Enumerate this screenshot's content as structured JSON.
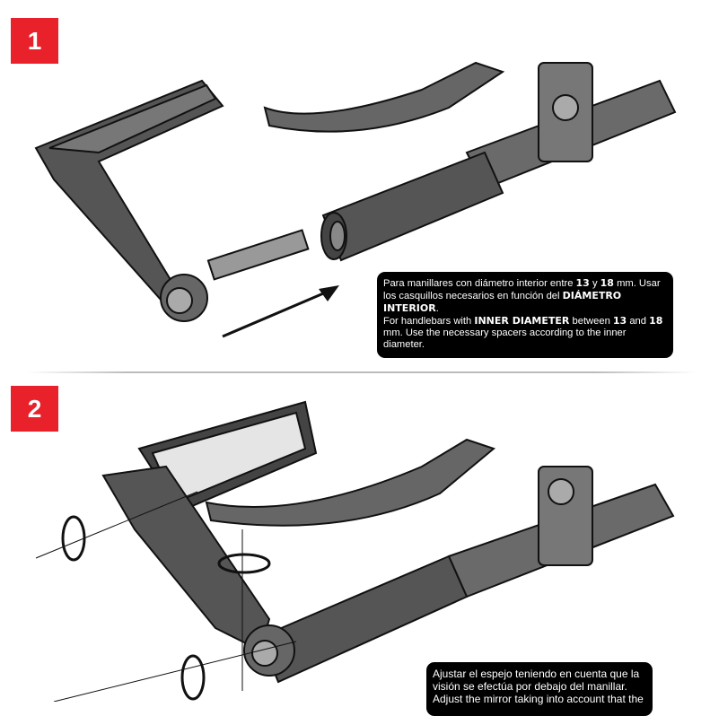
{
  "steps": [
    {
      "number": "1",
      "note": {
        "es": [
          {
            "t": "Para manillares con diámetro interior entre "
          },
          {
            "t": "13",
            "b": true
          },
          {
            "t": " y "
          },
          {
            "t": "18",
            "b": true
          },
          {
            "t": " mm. Usar los casquillos necesarios en función del "
          },
          {
            "t": "DIÁMETRO INTERIOR",
            "b": true
          },
          {
            "t": "."
          }
        ],
        "en": [
          {
            "t": "For handlebars with "
          },
          {
            "t": "INNER DIAMETER",
            "b": true
          },
          {
            "t": " between "
          },
          {
            "t": "13",
            "b": true
          },
          {
            "t": " and "
          },
          {
            "t": "18",
            "b": true
          },
          {
            "t": " mm. Use the necessary spacers according to the inner diameter."
          }
        ]
      }
    },
    {
      "number": "2",
      "note": {
        "es": [
          {
            "t": "Ajustar el espejo teniendo en cuenta que la visión se efectúa por debajo del manillar."
          }
        ],
        "en": [
          {
            "t": "Adjust the mirror taking into account that the"
          }
        ]
      }
    }
  ]
}
